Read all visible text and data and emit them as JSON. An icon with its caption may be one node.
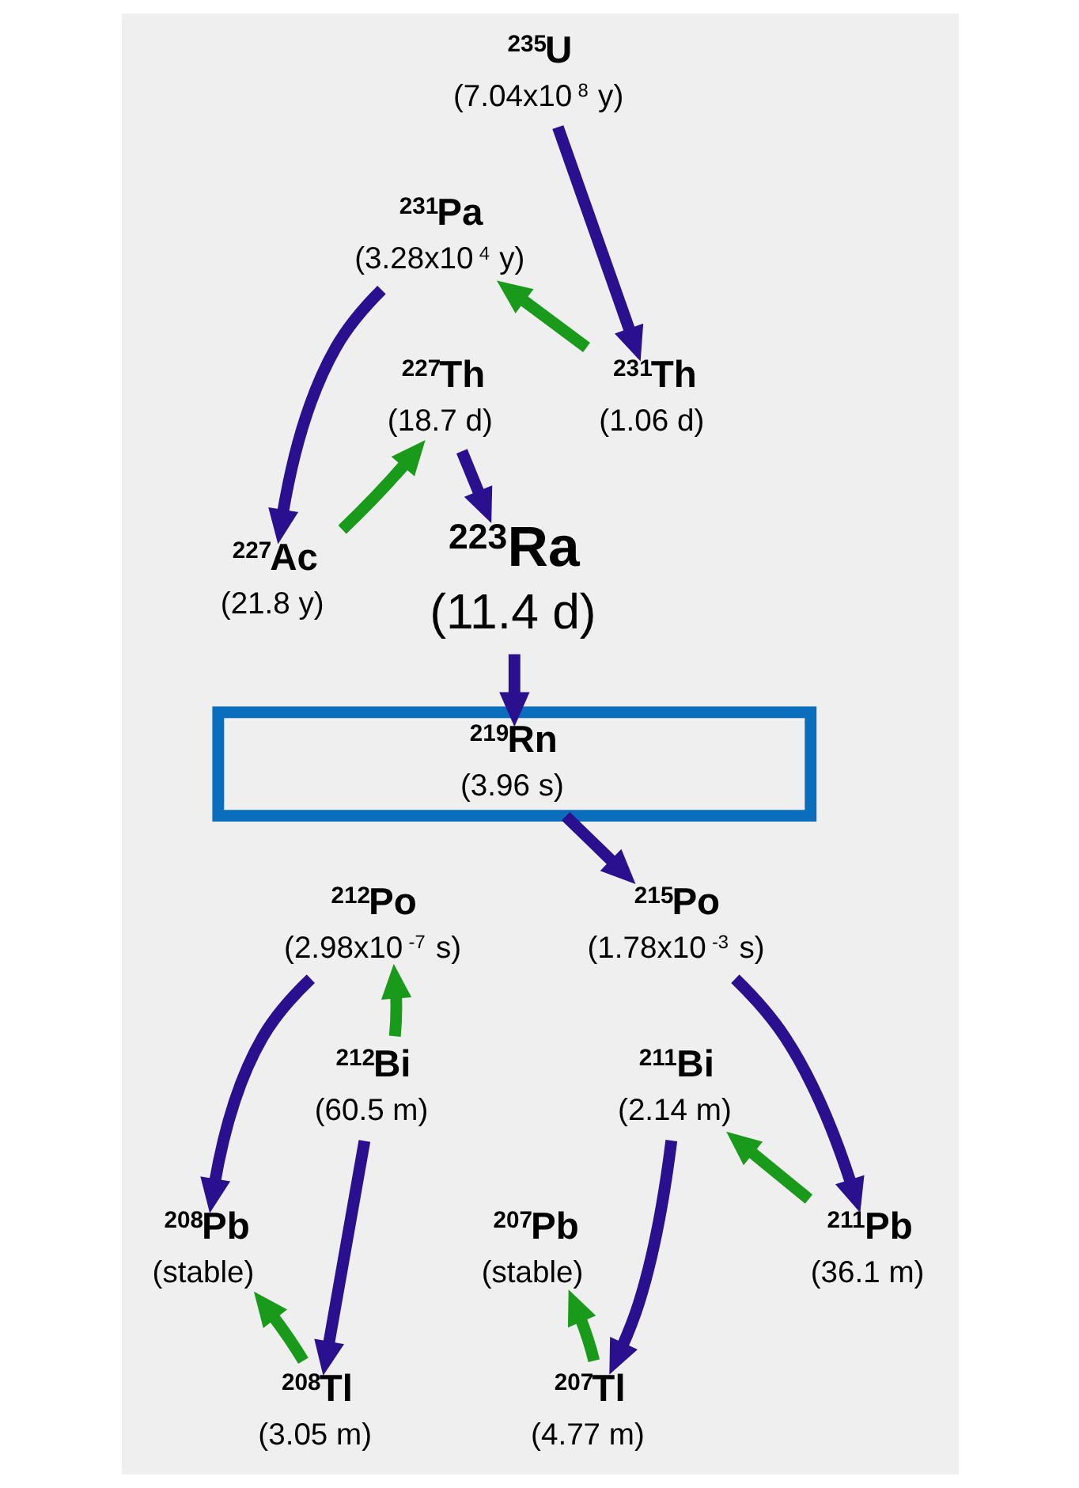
{
  "diagram": {
    "nodes": [
      {
        "text": [
          "$^{235}$U",
          "(7.04x10$^{8}$ y)"
        ]
      },
      {
        "text": [
          "$^{231}$Pa",
          "(3.28x10$^{4}$ y)"
        ]
      },
      {
        "text": [
          "$^{231}$Th",
          "(1.06 d)"
        ]
      },
      {
        "text": [
          "$^{227}$Th",
          "(18.7 d)"
        ]
      },
      {
        "text": [
          "$^{227}$Ac",
          "(21.8 y)"
        ]
      },
      {
        "text": [
          "$^{223}$Ra",
          "(11.4 d)"
        ]
      },
      {
        "text": [
          "$^{219}$Rn",
          "(3.96 s)"
        ]
      },
      {
        "text": [
          "$^{212}$Po",
          "(2.98x10$^{-7}$ s)"
        ]
      },
      {
        "text": [
          "$^{215}$Po",
          "(1.78x10$^{-3}$ s)"
        ]
      },
      {
        "text": [
          "$^{212}$Bi",
          "(60.5 m)"
        ]
      },
      {
        "text": [
          "$^{211}$Bi",
          "(2.14 m)"
        ]
      },
      {
        "text": [
          "$^{208}$Pb",
          "(stable)"
        ]
      },
      {
        "text": [
          "$^{211}$Pb",
          "(36.1 m)"
        ]
      },
      {
        "text": [
          "$^{207}$Pb",
          "(stable)"
        ]
      },
      {
        "text": [
          "$^{208}$Tl",
          "(3.05 m)"
        ]
      },
      {
        "text": [
          "$^{207}$Tl",
          "(4.77 m)"
        ]
      }
    ],
    "edges": [
      {
        "from": 0,
        "to": 2,
        "arrow": "to"
      },
      {
        "from": 2,
        "to": 1,
        "arrow": "to",
        "color": "#1a9a1a"
      },
      {
        "from": 1,
        "to": 4,
        "arrow": "to"
      },
      {
        "from": 4,
        "to": 3,
        "arrow": "to",
        "color": "#1a9a1a"
      },
      {
        "from": 3,
        "to": 5,
        "arrow": "to"
      },
      {
        "from": 5,
        "to": 6,
        "arrow": "to"
      },
      {
        "from": 6,
        "to": 8,
        "arrow": "to"
      },
      {
        "from": 9,
        "to": 7,
        "arrow": "to",
        "color": "#1a9a1a"
      },
      {
        "from": 7,
        "to": 11,
        "arrow": "to"
      },
      {
        "from": 9,
        "to": 14,
        "arrow": "to"
      },
      {
        "from": 14,
        "to": 11,
        "arrow": "to",
        "color": "#1a9a1a"
      },
      {
        "from": 8,
        "to": 12,
        "arrow": "to"
      },
      {
        "from": 12,
        "to": 10,
        "arrow": "to",
        "color": "#1a9a1a"
      },
      {
        "from": 10,
        "to": 15,
        "arrow": "to"
      },
      {
        "from": 15,
        "to": 13,
        "arrow": "to",
        "color": "#1a9a1a"
      }
    ]
  }
}
